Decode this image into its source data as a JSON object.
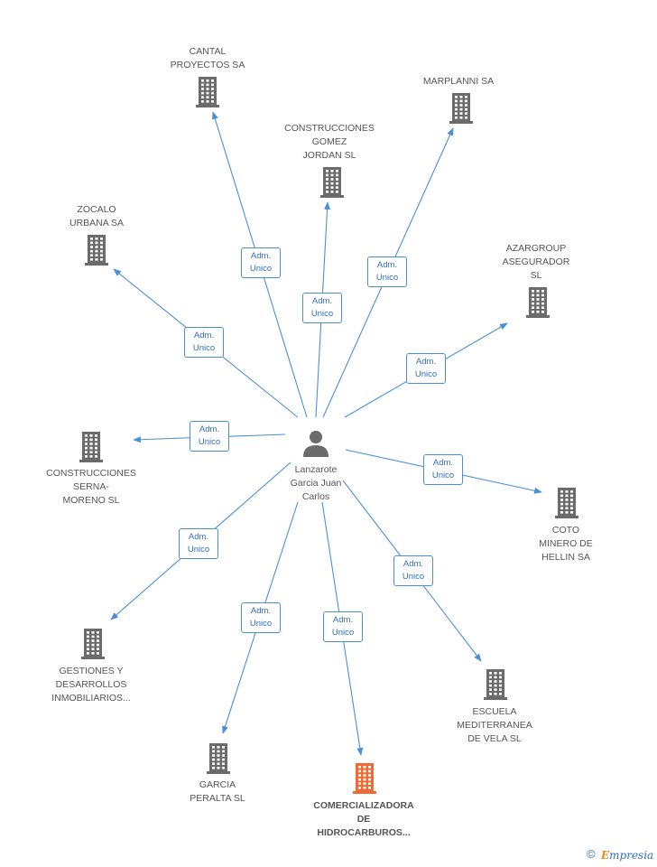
{
  "center": {
    "name": "Lanzarote Garcia Juan Carlos",
    "lines": [
      "Lanzarote",
      "Garcia Juan",
      "Carlos"
    ]
  },
  "relation_label": {
    "line1": "Adm.",
    "line2": "Unico"
  },
  "colors": {
    "edge": "#4a90d9",
    "building": "#6b6b6b",
    "highlight": "#f06a35",
    "person": "#6b6b6b"
  },
  "companies": [
    {
      "id": "cantal",
      "lines": [
        "CANTAL",
        "PROYECTOS SA"
      ],
      "highlight": false
    },
    {
      "id": "marplanni",
      "lines": [
        "MARPLANNI SA"
      ],
      "highlight": false
    },
    {
      "id": "gomez-jordan",
      "lines": [
        "CONSTRUCCIONES",
        "GOMEZ",
        "JORDAN SL"
      ],
      "highlight": false
    },
    {
      "id": "zocalo",
      "lines": [
        "ZOCALO",
        "URBANA SA"
      ],
      "highlight": false
    },
    {
      "id": "azargroup",
      "lines": [
        "AZARGROUP",
        "ASEGURADOR",
        "SL"
      ],
      "highlight": false
    },
    {
      "id": "serna-moreno",
      "lines": [
        "CONSTRUCCIONES",
        "SERNA-",
        "MORENO SL"
      ],
      "highlight": false
    },
    {
      "id": "coto-minero",
      "lines": [
        "COTO",
        "MINERO DE",
        "HELLIN SA"
      ],
      "highlight": false
    },
    {
      "id": "gestiones",
      "lines": [
        "GESTIONES Y",
        "DESARROLLOS",
        "INMOBILIARIOS..."
      ],
      "highlight": false
    },
    {
      "id": "escuela",
      "lines": [
        "ESCUELA",
        "MEDITERRANEA",
        "DE VELA SL"
      ],
      "highlight": false
    },
    {
      "id": "garcia-peralta",
      "lines": [
        "GARCIA",
        "PERALTA SL"
      ],
      "highlight": false
    },
    {
      "id": "comercializadora",
      "lines": [
        "COMERCIALIZADORA",
        "DE",
        "HIDROCARBUROS..."
      ],
      "highlight": true
    }
  ],
  "footer": {
    "copyright": "©",
    "brand_first": "E",
    "brand_rest": "mpresia"
  }
}
